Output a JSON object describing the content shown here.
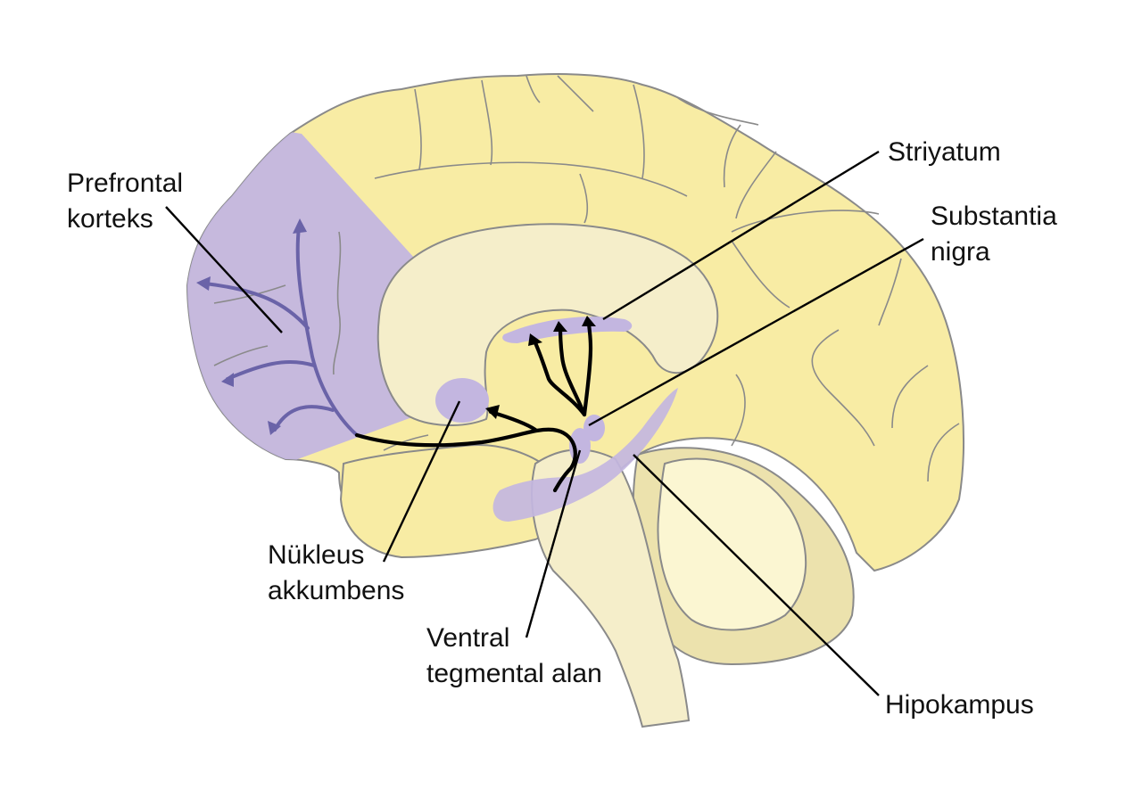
{
  "labels": {
    "prefrontal_line1": "Prefrontal",
    "prefrontal_line2": "korteks",
    "striatum": "Striyatum",
    "substantia_line1": "Substantia",
    "substantia_line2": "nigra",
    "nucleus_line1": "Nükleus",
    "nucleus_line2": "akkumbens",
    "vta_line1": "Ventral",
    "vta_line2": "tegmental alan",
    "hippocampus": "Hipokampus"
  },
  "colors": {
    "brain": "#f8eca4",
    "brain_pale": "#f5eeca",
    "cerebellum": "#ece2ad",
    "cerebellum_inner": "#fbf6d2",
    "dopamine_region": "#c3b6e0",
    "pathway_purple": "#6a63a8",
    "outline": "#8a8a8a"
  }
}
